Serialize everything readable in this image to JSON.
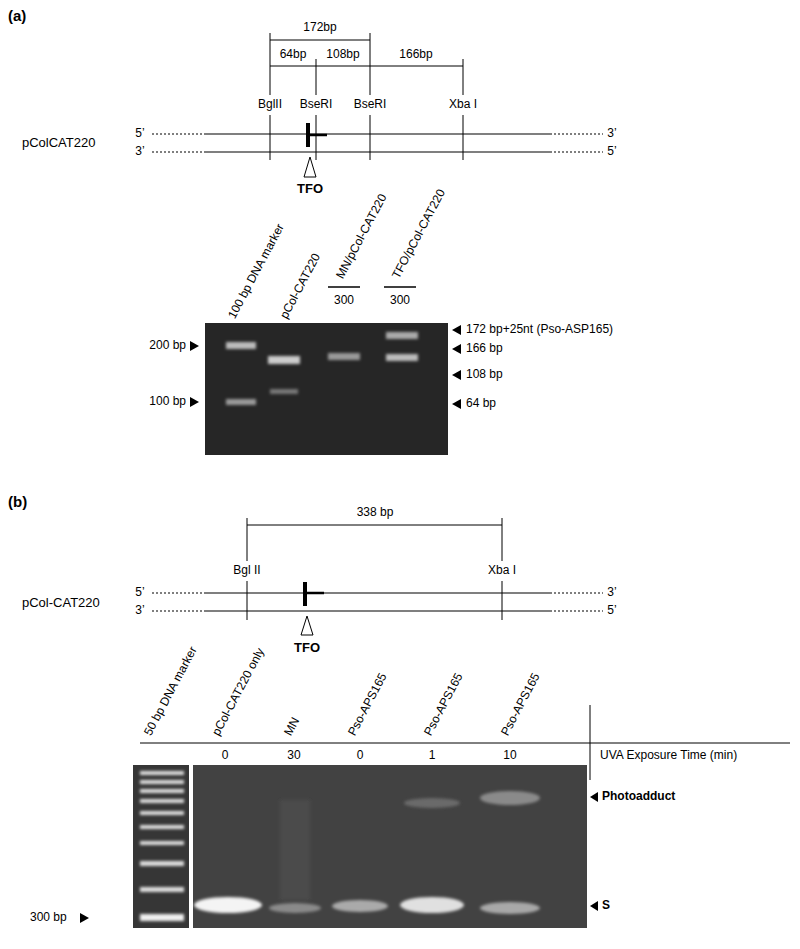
{
  "diagram": {
    "labels": [
      "(a)",
      "172bp",
      "64bp",
      "108bp",
      "166bp",
      "BglII",
      "BseRI",
      "BseRI",
      "Xba I",
      "pColCAT220",
      "5’",
      "3’",
      "3’",
      "5’",
      "TFO",
      "100 bp DNA marker",
      "pCol-CAT220",
      "MN/pCol-CAT220",
      "TFO/pCol-CAT220",
      "300",
      "300",
      "200 bp",
      "100 bp",
      "172 bp+25nt (Pso-ASP165)",
      "166 bp",
      "108 bp",
      "64 bp",
      "(b)",
      "338 bp",
      "Bgl II",
      "Xba I",
      "pCol-CAT220",
      "5’",
      "3’",
      "3’",
      "5’",
      "TFO",
      "50 bp DNA marker",
      "pCol-CAT220 only",
      "MN",
      "Pso-APS165",
      "Pso-APS165",
      "Pso-APS165",
      "0",
      "30",
      "0",
      "1",
      "10",
      "UVA Exposure Time (min)",
      "Photoadduct",
      "S",
      "300 bp"
    ]
  }
}
